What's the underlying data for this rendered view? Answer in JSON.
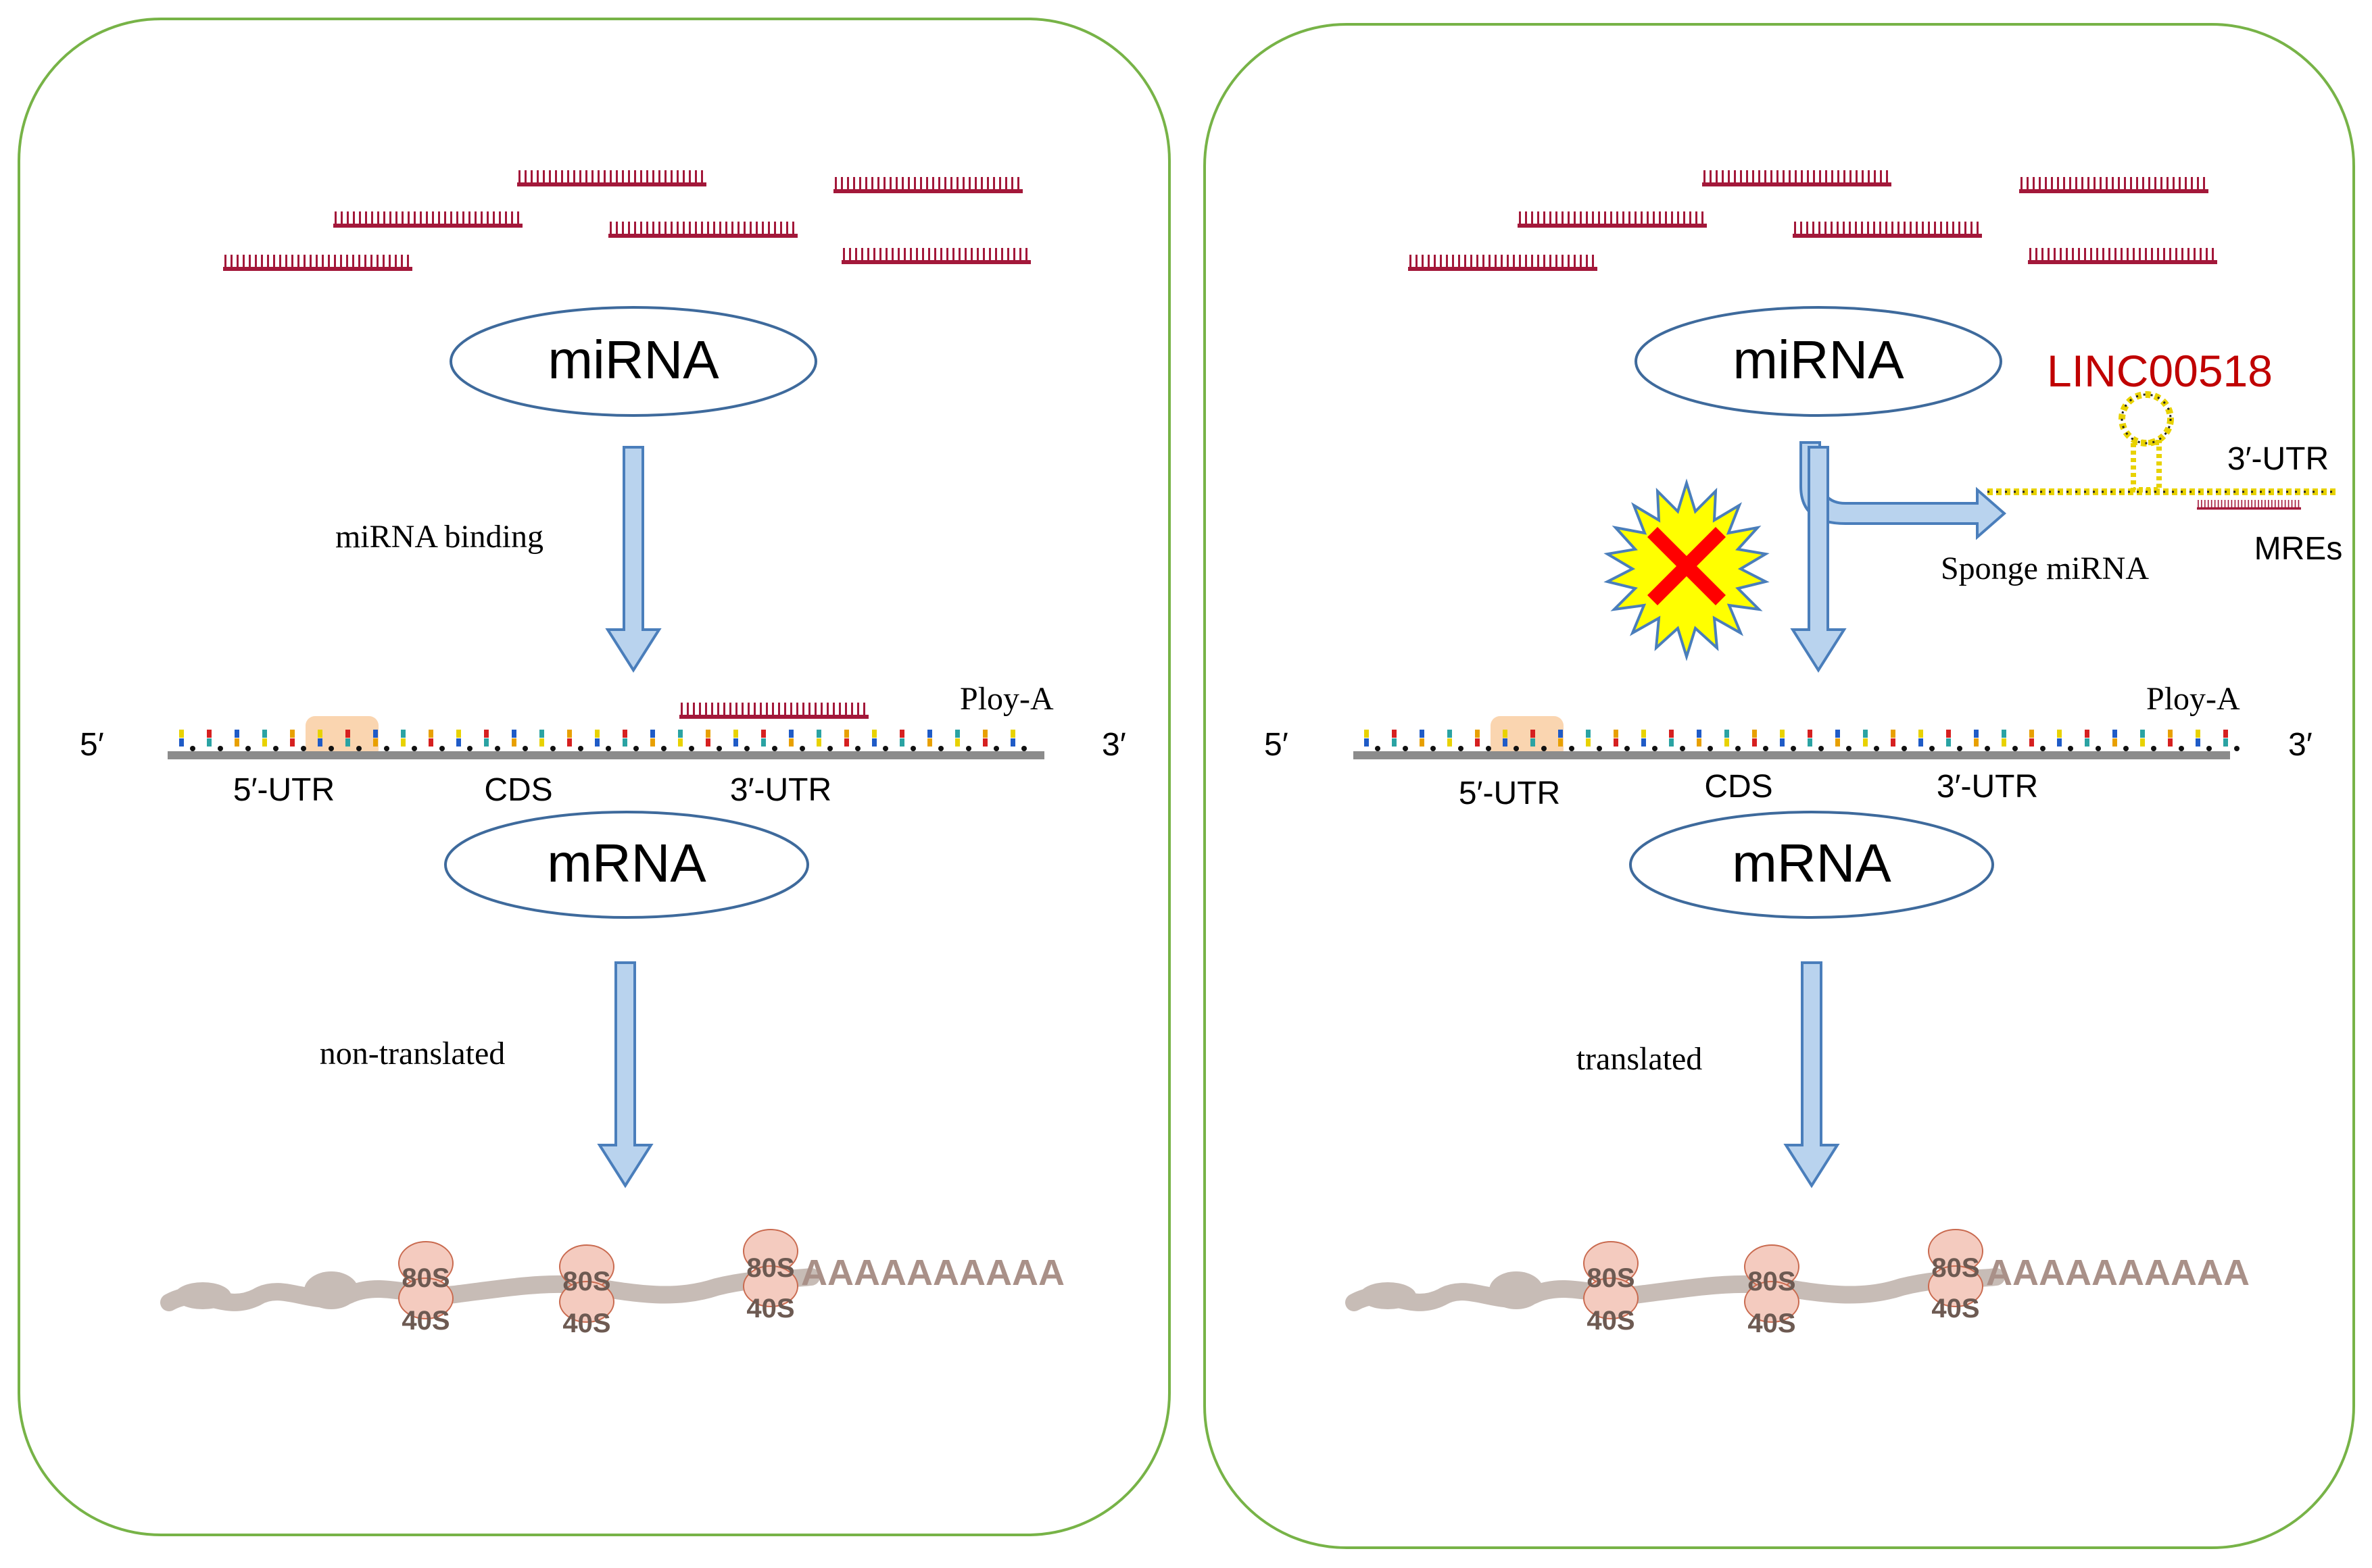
{
  "left": {
    "mirna_label": "miRNA",
    "mrna_label": "mRNA",
    "binding_label": "miRNA binding",
    "five_prime": "5′",
    "three_prime": "3′",
    "utr5_label": "5′-UTR",
    "cds_label": "CDS",
    "utr3_label": "3′-UTR",
    "polya_label": "Ploy-A",
    "outcome_label": "non-translated",
    "ribosome_large": "80S",
    "ribosome_small": "40S",
    "poly_a_tail": "AAAAAAAAAA"
  },
  "right": {
    "mirna_label": "miRNA",
    "mrna_label": "mRNA",
    "lnc_label": "LINC00518",
    "lnc_utr3_label": "3′-UTR",
    "mres_label": "MREs",
    "sponge_label": "Sponge miRNA",
    "five_prime": "5′",
    "three_prime": "3′",
    "utr5_label": "5′-UTR",
    "cds_label": "CDS",
    "utr3_label": "3′-UTR",
    "polya_label": "Ploy-A",
    "outcome_label": "translated",
    "ribosome_large": "80S",
    "ribosome_small": "40S",
    "poly_a_tail": "AAAAAAAAAA"
  },
  "colors": {
    "panel_border": "#77b347",
    "mirna_strand": "#a3183a",
    "arrow_fill": "#b9d3ee",
    "arrow_stroke": "#4a7ebb",
    "ellipse_stroke": "#3e6a9c",
    "lnc_text": "#c00000",
    "ribosome_fill": "#f4cbbf",
    "ribosome_stroke": "#c96a4f",
    "ribosome_text": "#6d5a52",
    "mrna_track": "#c7bcb6",
    "poly_a_text": "#a99088",
    "cds_highlight": "#f9cb9c",
    "starburst_fill": "#ffff00",
    "starburst_stroke": "#4a7ebb",
    "cross_fill": "#ff0000"
  }
}
